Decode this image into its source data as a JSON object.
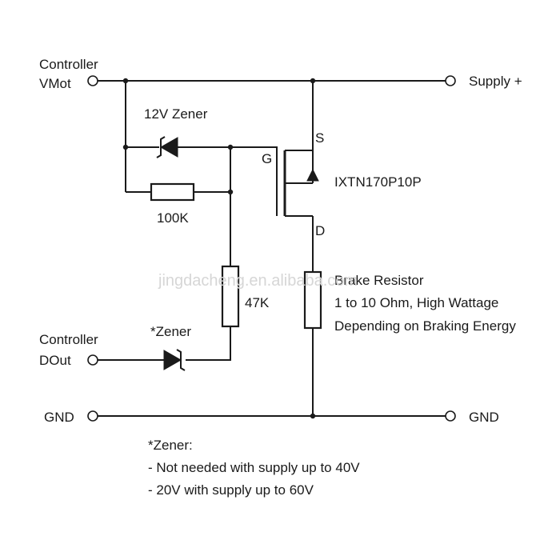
{
  "labels": {
    "controller_vmot_line1": "Controller",
    "controller_vmot_line2": "VMot",
    "supply_plus": "Supply +",
    "zener_12v": "12V Zener",
    "res_100k": "100K",
    "gate": "G",
    "source": "S",
    "drain": "D",
    "mosfet_part": "IXTN170P10P",
    "res_47k": "47K",
    "zener_star": "*Zener",
    "controller_dout_line1": "Controller",
    "controller_dout_line2": "DOut",
    "brake_line1": "Brake Resistor",
    "brake_line2": "1 to 10 Ohm, High Wattage",
    "brake_line3": "Depending on Braking Energy",
    "gnd_left": "GND",
    "gnd_right": "GND",
    "note_title": "*Zener:",
    "note_line1": "- Not needed with supply up to 40V",
    "note_line2": "- 20V with supply up to 60V",
    "watermark": "jingdacheng.en.alibaba.com"
  }
}
